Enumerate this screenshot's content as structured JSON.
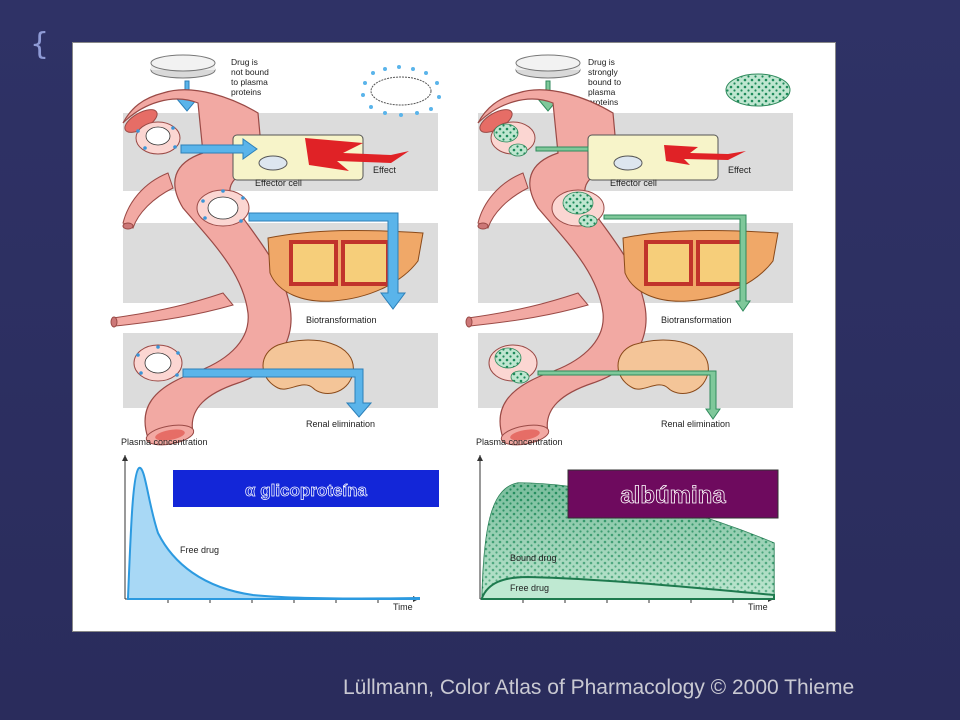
{
  "left_panel": {
    "drug_label": [
      "Drug is",
      "not bound",
      "to plasma",
      "proteins"
    ],
    "effector_cell": "Effector cell",
    "effect": "Effect",
    "biotransformation": "Biotransformation",
    "renal_elimination": "Renal elimination",
    "graph_ylabel": "Plasma concentration",
    "graph_xlabel": "Time",
    "free_drug": "Free drug",
    "overlay_label": "α glicoproteína"
  },
  "right_panel": {
    "drug_label": [
      "Drug is",
      "strongly",
      "bound to",
      "plasma",
      "proteins"
    ],
    "effector_cell": "Effector cell",
    "effect": "Effect",
    "biotransformation": "Biotransformation",
    "renal_elimination": "Renal elimination",
    "graph_ylabel": "Plasma concentration",
    "graph_xlabel": "Time",
    "bound_drug": "Bound drug",
    "free_drug": "Free drug",
    "overlay_label": "albúmina"
  },
  "caption": "Lüllmann, Color Atlas of Pharmacology © 2000 Thieme",
  "colors": {
    "background": "#2c2e60",
    "free_drug": "#5ab4ea",
    "bound_drug": "#2f9a6a",
    "vessel": "#f2a9a3",
    "alpha_box": "#1326d8",
    "albumin_box": "#6e0a5e"
  }
}
